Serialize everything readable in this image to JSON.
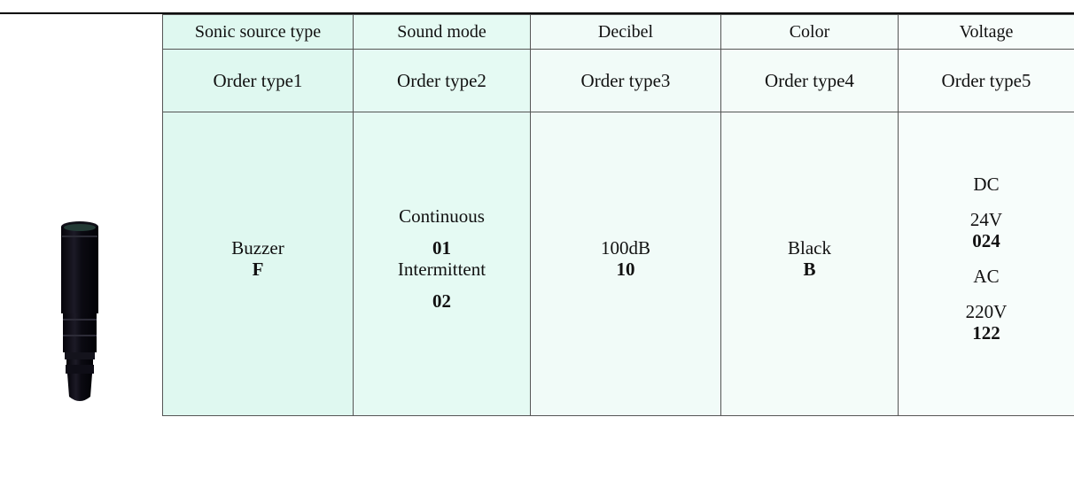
{
  "table": {
    "headers": [
      "Sonic source type",
      "Sound mode",
      "Decibel",
      "Color",
      "Voltage"
    ],
    "order_types": [
      "Order type1",
      "Order type2",
      "Order type3",
      "Order type4",
      "Order type5"
    ],
    "sonic_source": {
      "label": "Buzzer",
      "code": "F"
    },
    "sound_mode": {
      "continuous_label": "Continuous",
      "continuous_code": "01",
      "intermittent_label": "Intermittent",
      "intermittent_code": "02"
    },
    "decibel": {
      "label": "100dB",
      "code": "10"
    },
    "color": {
      "label": "Black",
      "code": "B"
    },
    "voltage": {
      "dc_label": "DC",
      "dc_value": "24V",
      "dc_code": "024",
      "ac_label": "AC",
      "ac_value": "220V",
      "ac_code": "122"
    }
  },
  "colors": {
    "col1_bg": "#dff8f0",
    "col2_bg": "#e5faf3",
    "col3_bg": "#f1fbf8",
    "col4_bg": "#f4fcf9",
    "col5_bg": "#f7fdfb",
    "product_body": "#0b0a12"
  }
}
